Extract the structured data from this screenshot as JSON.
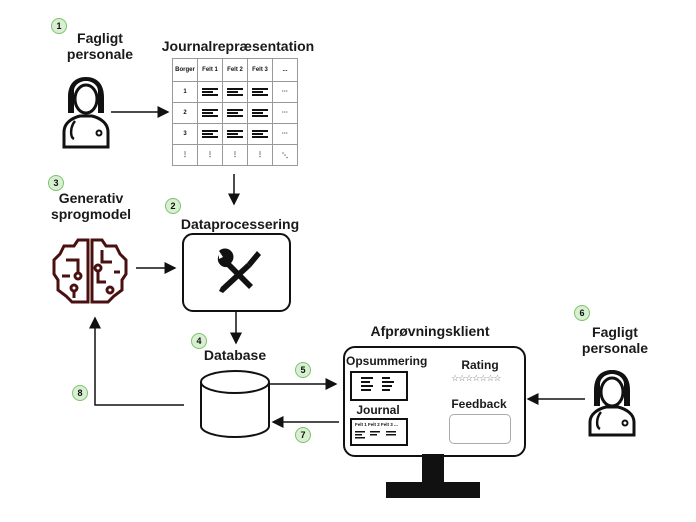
{
  "nodes": {
    "staff_input": {
      "step": "1",
      "label_line1": "Fagligt",
      "label_line2": "personale"
    },
    "journal_repr": {
      "title": "Journalrepræsentation",
      "table": {
        "headers": [
          "Borger",
          "Felt 1",
          "Felt 2",
          "Felt 3",
          "..."
        ],
        "rows": [
          "1",
          "2",
          "3"
        ],
        "row_trailing": "···",
        "vdots": "⋮",
        "diag": "⋱"
      }
    },
    "llm": {
      "step": "3",
      "label_line1": "Generativ",
      "label_line2": "sprogmodel",
      "icon_color": "#4a1010"
    },
    "processing": {
      "step": "2",
      "title": "Dataprocessering"
    },
    "database": {
      "step": "4",
      "title": "Database"
    },
    "client": {
      "title": "Afprøvningsklient",
      "summary_label": "Opsummering",
      "rating_label": "Rating",
      "stars": "☆☆☆☆☆☆☆",
      "feedback_label": "Feedback",
      "journal_label": "Journal",
      "journal_fields": "Felt 1 Felt 2 Felt 3 ..."
    },
    "staff_feedback": {
      "step": "6",
      "label_line1": "Fagligt",
      "label_line2": "personale"
    }
  },
  "edges": {
    "db_to_client": "5",
    "client_to_db": "7",
    "db_to_llm": "8"
  },
  "colors": {
    "badge_fill": "#d8efd2",
    "badge_border": "#7cc36b"
  }
}
